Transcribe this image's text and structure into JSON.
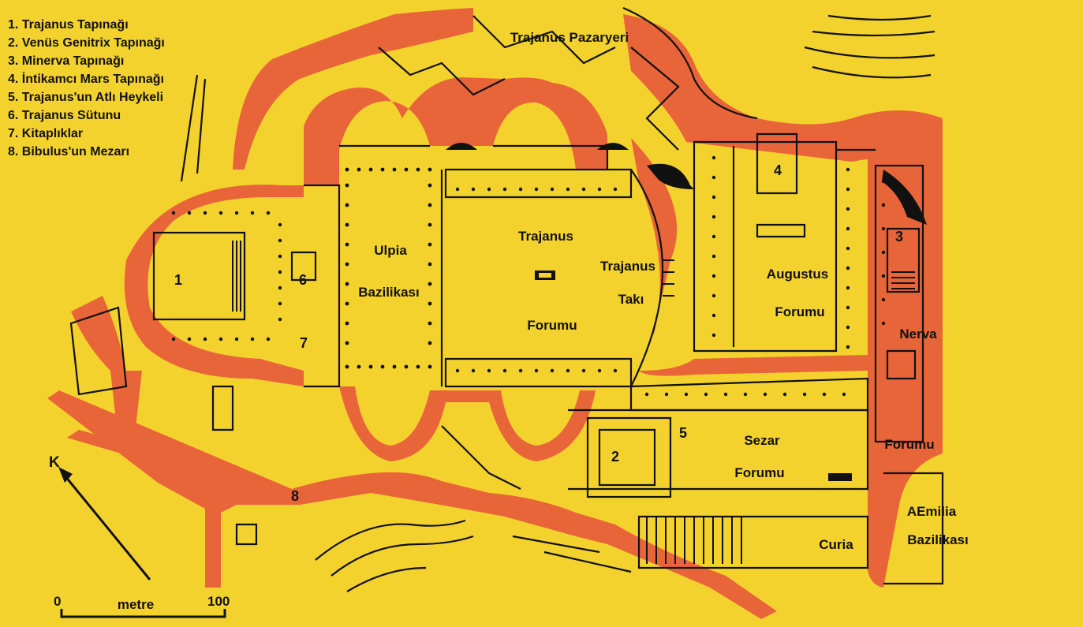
{
  "legend": [
    "1. Trajanus Tapınağı",
    "2. Venüs Genitrix Tapınağı",
    "3. Minerva Tapınağı",
    "4. İntikamcı Mars Tapınağı",
    "5. Trajanus'un Atlı Heykeli",
    "6. Trajanus Sütunu",
    "7. Kitaplıklar",
    "8. Bibulus'un Mezarı"
  ],
  "labels": {
    "pazar": "Trajanus Pazaryeri",
    "ulpia_1": "Ulpia",
    "ulpia_2": "Bazilikası",
    "forum_t1": "Trajanus",
    "forum_t2": "Forumu",
    "taki_1": "Trajanus",
    "taki_2": "Takı",
    "aug_1": "Augustus",
    "aug_2": "Forumu",
    "nerva_1": "Nerva",
    "nerva_2": "Forumu",
    "sezar_1": "Sezar",
    "sezar_2": "Forumu",
    "aemilia_1": "AEmilia",
    "aemilia_2": "Bazilikası",
    "curia": "Curia"
  },
  "markers": {
    "m1": "1",
    "m2": "2",
    "m3": "3",
    "m4": "4",
    "m5": "5",
    "m6": "6",
    "m7": "7",
    "m8": "8"
  },
  "north": "K",
  "scale": {
    "start": "0",
    "unit": "metre",
    "end": "100"
  },
  "colors": {
    "background": "#f4d22e",
    "terrain": "#e8653a",
    "ink": "#111111"
  }
}
